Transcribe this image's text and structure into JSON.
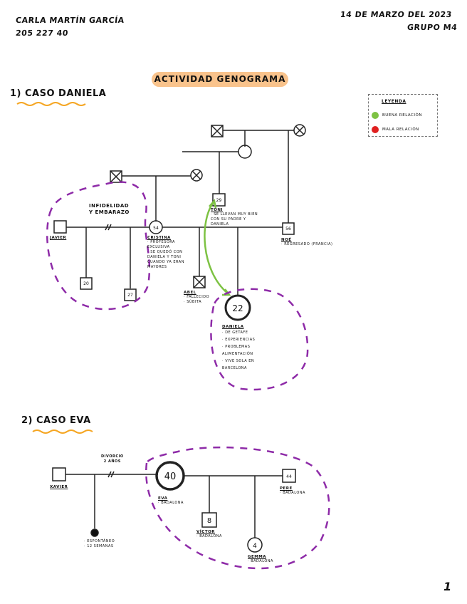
{
  "header": {
    "author": "Carla Martín García",
    "student_id": "205 227 40",
    "date": "14 de marzo del 2023",
    "group": "Grupo M4"
  },
  "title": "Actividad Genograma",
  "legend": {
    "title": "Leyenda",
    "items": [
      {
        "label": "Buena relación",
        "color": "#7dc243"
      },
      {
        "label": "Mala relación",
        "color": "#e02020"
      }
    ]
  },
  "colors": {
    "highlight": "#f9c38c",
    "underline": "#f5a623",
    "cluster": "#8e2ba8",
    "good_relation": "#7dc243",
    "ink": "#222222"
  },
  "case1": {
    "title": "1) Caso Daniela",
    "relation_note": [
      "Infidelidad",
      "y embarazo"
    ],
    "people": {
      "javier": {
        "name": "Javier",
        "age": ""
      },
      "cristina": {
        "name": "Cristina",
        "age": "54",
        "notes": [
          "Profesora exclusiva",
          "Se quedó con Daniela y Toni cuando ya eran mayores"
        ]
      },
      "toni": {
        "name": "Toni",
        "age": "29",
        "notes": [
          "Se llevan muy bien con su padre y Daniela"
        ]
      },
      "noe": {
        "name": "Noé",
        "age": "56",
        "notes": [
          "Regresado (Francia)"
        ]
      },
      "abel": {
        "name": "Abel",
        "notes": [
          "Fallecido",
          "Súbita"
        ]
      },
      "daniela": {
        "name": "Daniela",
        "age": "22",
        "notes": [
          "De Getafe",
          "Experiencias",
          "Problemas alimentación",
          "Vive sola en Barcelona"
        ]
      },
      "child1": {
        "age": "20"
      },
      "child2": {
        "age": "27"
      }
    }
  },
  "case2": {
    "title": "2) Caso Eva",
    "relation_note": [
      "Divorcio",
      "2 años"
    ],
    "people": {
      "xavier": {
        "name": "Xavier"
      },
      "eva": {
        "name": "Eva",
        "age": "40",
        "notes": [
          "Badalona"
        ]
      },
      "pere": {
        "name": "Pere",
        "age": "44",
        "notes": [
          "Badalona"
        ]
      },
      "victor": {
        "name": "Víctor",
        "age": "8",
        "notes": [
          "Badalona"
        ]
      },
      "gemma": {
        "name": "Gemma",
        "age": "4",
        "notes": [
          "Badalona"
        ]
      },
      "aborto": {
        "notes": [
          "Espontáneo",
          "12 semanas"
        ]
      }
    }
  },
  "page_number": "1"
}
